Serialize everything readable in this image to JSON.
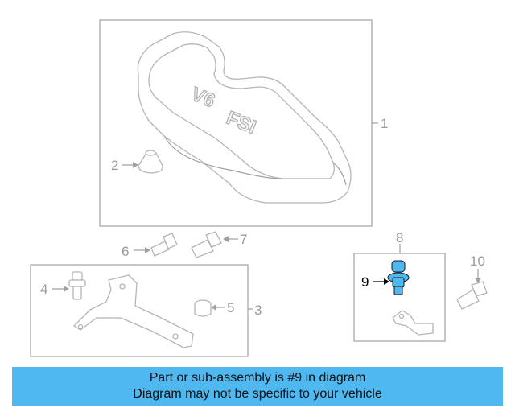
{
  "diagram": {
    "callouts": {
      "c1": "1",
      "c2": "2",
      "c3": "3",
      "c4": "4",
      "c5": "5",
      "c6": "6",
      "c7": "7",
      "c8": "8",
      "c9": "9",
      "c10": "10"
    },
    "emboss": {
      "engine": "V6",
      "tech": "FSI"
    },
    "highlight_color": "#4fb8f0"
  },
  "banner": {
    "line1": "Part or sub-assembly is #9 in diagram",
    "line2": "Diagram may not be specific to your vehicle",
    "color": "#4fb8f0"
  }
}
